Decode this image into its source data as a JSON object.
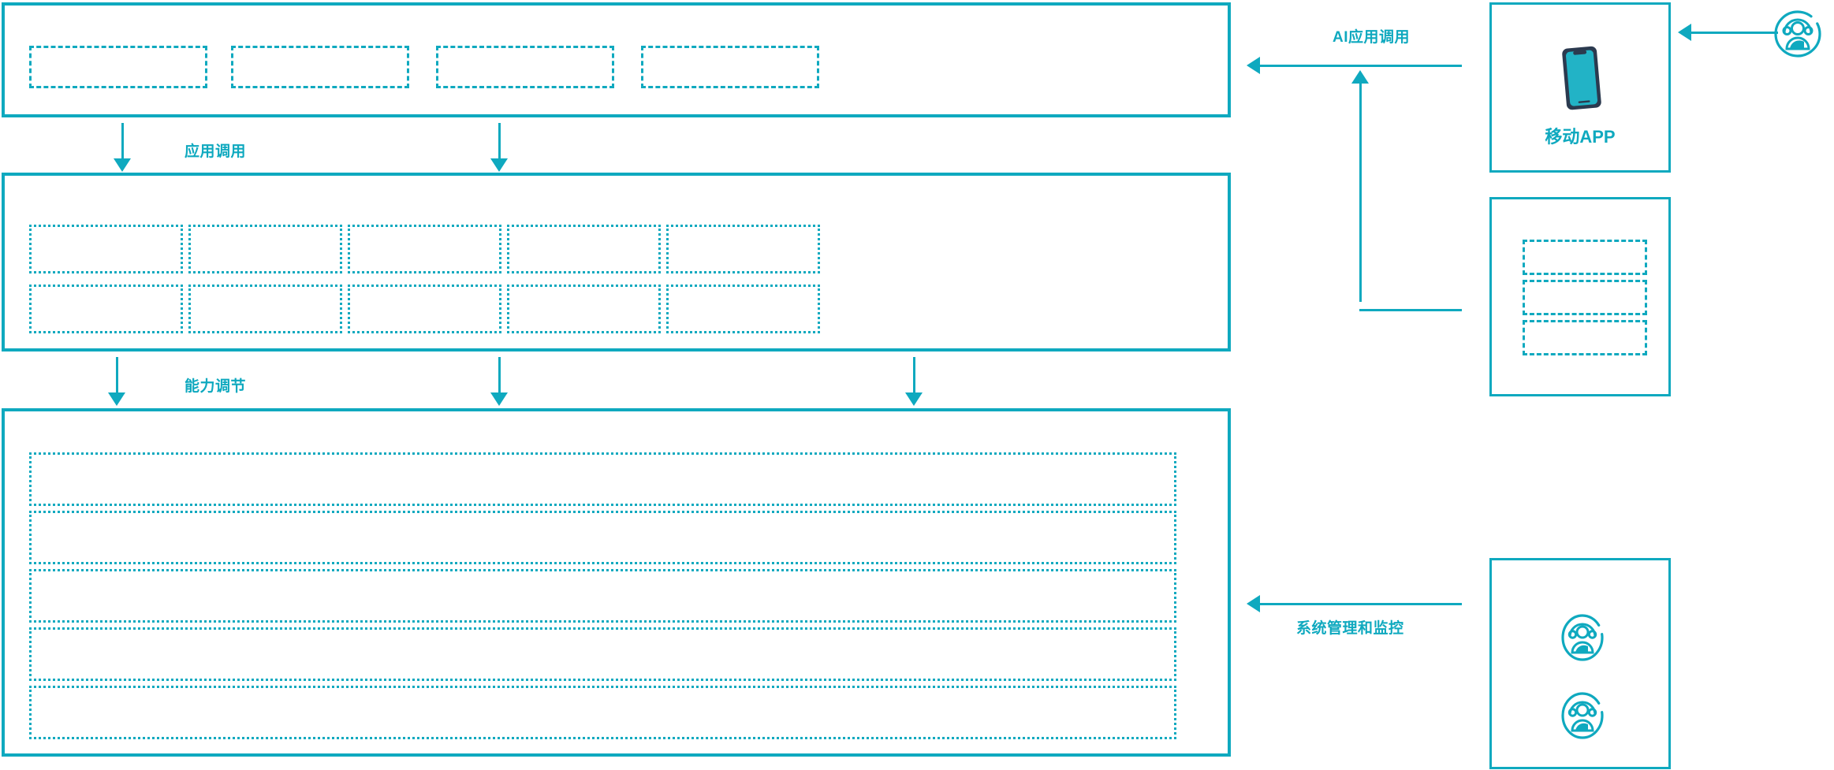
{
  "meta": {
    "accent": "#0fa9bf",
    "phone_dark": "#2b3a4f",
    "background": "#ffffff"
  },
  "flow_labels": {
    "app_invoke": "应用调用",
    "capability_adjust": "能力调节",
    "ai_app_invoke": "AI应用调用",
    "system_manage_monitor": "系统管理和监控"
  },
  "layers": {
    "application_layer": {
      "name": "application-layer",
      "tiles": [
        "",
        "",
        "",
        ""
      ]
    },
    "capability_layer": {
      "name": "capability-layer",
      "columns": 5,
      "rows": 2,
      "tiles": [
        "",
        "",
        "",
        "",
        "",
        "",
        "",
        "",
        "",
        ""
      ]
    },
    "platform_layer": {
      "name": "platform-layer",
      "rows": [
        "",
        "",
        "",
        "",
        ""
      ]
    }
  },
  "side_panels": {
    "mobile_app": {
      "label": "移动APP",
      "icon": "mobile-phone-icon"
    },
    "channel_panel": {
      "name": "channel-panel",
      "tiles": [
        "",
        "",
        ""
      ]
    },
    "operations_panel": {
      "name": "operations-panel",
      "icons": [
        "user-group-icon",
        "user-group-icon"
      ]
    },
    "external_user": {
      "icon": "user-group-icon"
    }
  }
}
